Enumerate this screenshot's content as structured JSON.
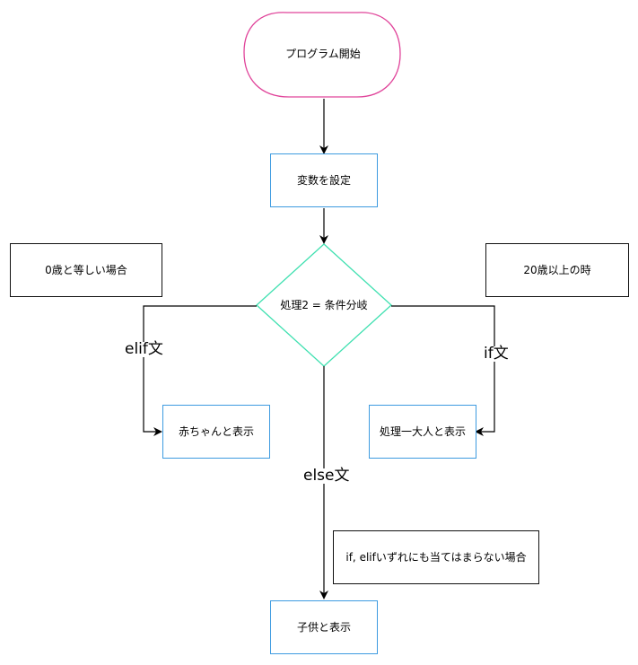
{
  "nodes": {
    "start": "プログラム開始",
    "set_vars": "変数を設定",
    "branch": "処理2 = 条件分岐",
    "note_zero": "0歳と等しい場合",
    "note_twenty": "20歳以上の時",
    "baby": "赤ちゃんと表示",
    "adult": "処理一大人と表示",
    "note_else": "if, elifいずれにも当てはまらない場合",
    "child": "子供と表示"
  },
  "edges": {
    "elif": "elif文",
    "if": "if文",
    "else": "else文"
  },
  "colors": {
    "start_border": "#e0449a",
    "process_border": "#3d9be0",
    "decision_border": "#3fe0b0",
    "note_border": "#111111",
    "arrow": "#000000"
  }
}
